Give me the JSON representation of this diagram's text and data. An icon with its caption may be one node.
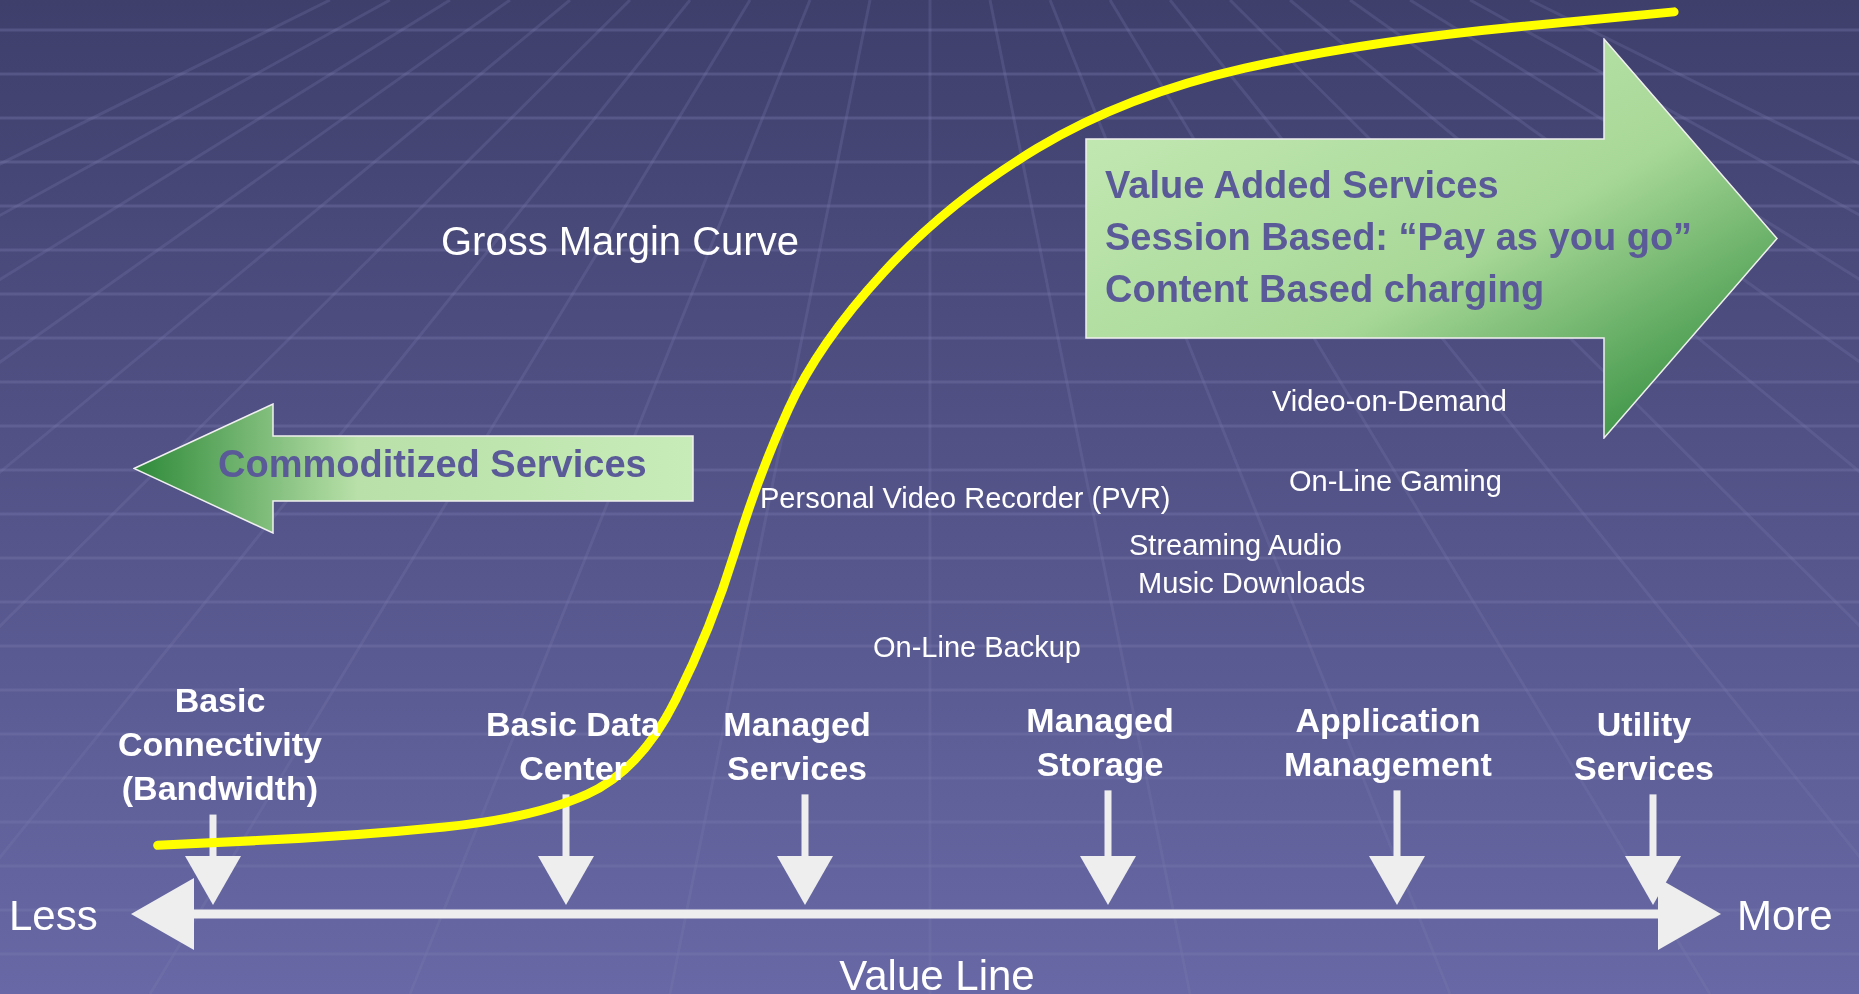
{
  "diagram": {
    "nodes": [
      {
        "text": [
          "Commoditized Services"
        ]
      },
      {
        "text": [
          "Value Added Services",
          "Session Based:  “Pay as you go”",
          "Content Based charging"
        ]
      },
      {
        "text": [
          "Basic Connectivity (Bandwidth)"
        ]
      },
      {
        "text": [
          "Basic Data Center"
        ]
      },
      {
        "text": [
          "Managed Services"
        ]
      },
      {
        "text": [
          "Managed Storage"
        ]
      },
      {
        "text": [
          "Application Management"
        ]
      },
      {
        "text": [
          "Utility Services"
        ]
      }
    ],
    "edges": [
      {
        "from": 2,
        "to": null,
        "arrow": "to"
      },
      {
        "from": 3,
        "to": null,
        "arrow": "to"
      },
      {
        "from": 4,
        "to": null,
        "arrow": "to"
      },
      {
        "from": 5,
        "to": null,
        "arrow": "to"
      },
      {
        "from": 6,
        "to": null,
        "arrow": "to"
      },
      {
        "from": 7,
        "to": null,
        "arrow": "to"
      }
    ],
    "labels": [
      "Gross Margin Curve",
      "Video-on-Demand",
      "On-Line Gaming",
      "Personal Video Recorder (PVR)",
      "Streaming Audio",
      "Music Downloads",
      "On-Line Backup",
      "Less",
      "More",
      "Value Line"
    ]
  }
}
